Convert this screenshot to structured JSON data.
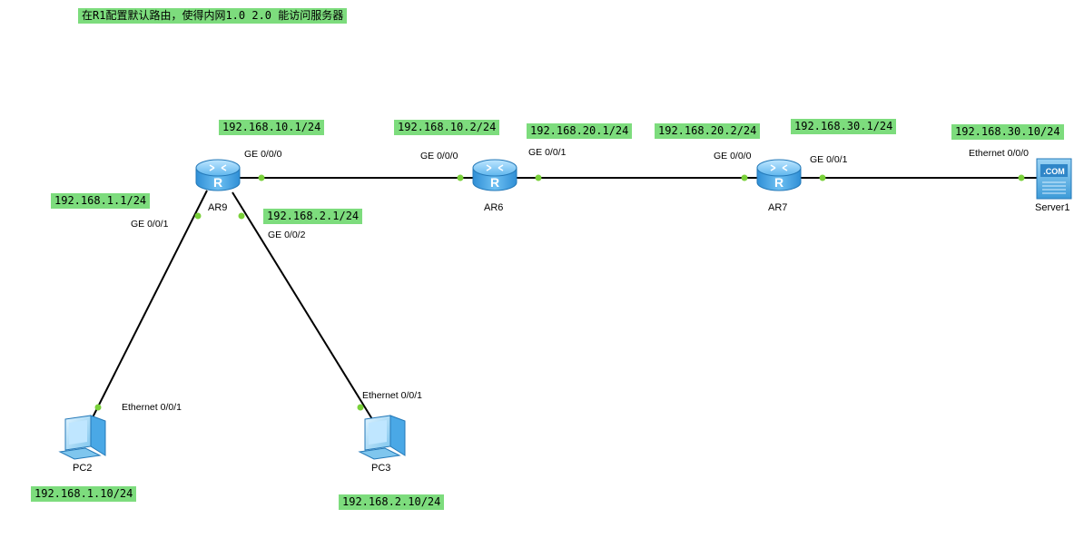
{
  "topic": {
    "text": "在R1配置默认路由，使得内网1.0 2.0 能访问服务器",
    "bg_color": "#7ddc7d"
  },
  "colors": {
    "note_bg": "#7ddc7d",
    "port_dot": "#7ad13a",
    "router_body": "#4aa8e6",
    "link": "#000000"
  },
  "devices": {
    "ar9": {
      "label": "AR9",
      "icon": "router-icon"
    },
    "ar6": {
      "label": "AR6",
      "icon": "router-icon"
    },
    "ar7": {
      "label": "AR7",
      "icon": "router-icon"
    },
    "server1": {
      "label": "Server1",
      "icon": "server-icon",
      "badge": ".COM"
    },
    "pc2": {
      "label": "PC2",
      "icon": "pc-icon"
    },
    "pc3": {
      "label": "PC3",
      "icon": "pc-icon"
    }
  },
  "ip_notes": {
    "ar9_ge000": "192.168.10.1/24",
    "ar6_ge000": "192.168.10.2/24",
    "ar6_ge001": "192.168.20.1/24",
    "ar7_ge000": "192.168.20.2/24",
    "ar7_ge001": "192.168.30.1/24",
    "server1": "192.168.30.10/24",
    "ar9_ge001": "192.168.1.1/24",
    "ar9_ge002": "192.168.2.1/24",
    "pc2": "192.168.1.10/24",
    "pc3": "192.168.2.10/24"
  },
  "ports": {
    "ar9_ge000": "GE 0/0/0",
    "ar6_ge000": "GE 0/0/0",
    "ar6_ge001": "GE 0/0/1",
    "ar7_ge000": "GE 0/0/0",
    "ar7_ge001": "GE 0/0/1",
    "server1_eth": "Ethernet 0/0/0",
    "ar9_ge001": "GE 0/0/1",
    "ar9_ge002": "GE 0/0/2",
    "pc2_eth": "Ethernet 0/0/1",
    "pc3_eth": "Ethernet 0/0/1"
  }
}
